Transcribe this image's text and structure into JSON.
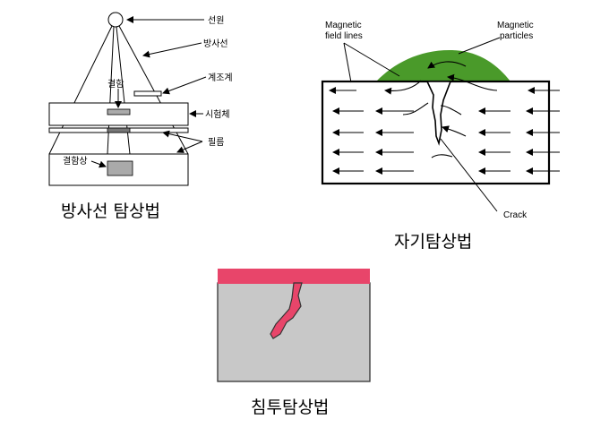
{
  "radiography": {
    "labels": {
      "source": "선원",
      "rays": "방사선",
      "indicator": "계조계",
      "defect": "결함",
      "specimen": "시험체",
      "film": "필름",
      "defect_image": "결함상"
    },
    "caption": "방사선 탐상법"
  },
  "magnetic": {
    "labels": {
      "field_lines_1": "Magnetic",
      "field_lines_2": "field lines",
      "particles_1": "Magnetic",
      "particles_2": "particles",
      "crack": "Crack"
    },
    "caption": "자기탐상법",
    "colors": {
      "particles": "#4a9a2a"
    }
  },
  "penetrant": {
    "caption": "침투탐상법",
    "colors": {
      "penetrant": "#e8456a",
      "body": "#c8c8c8"
    }
  }
}
